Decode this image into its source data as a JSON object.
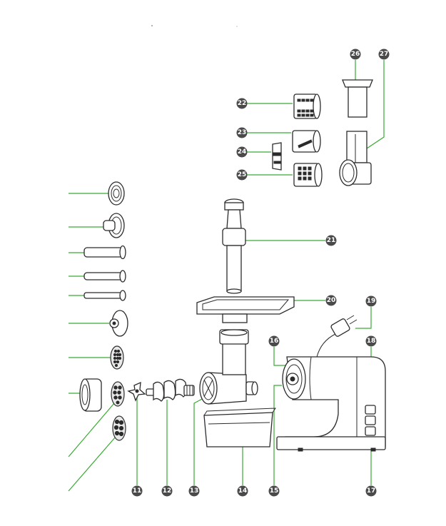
{
  "colors": {
    "leader_line": "#3aaa35",
    "badge_fill": "#4a4a4a",
    "badge_text": "#ffffff",
    "outline": "#2b2b2b"
  },
  "callouts": [
    {
      "id": "11",
      "label": "11"
    },
    {
      "id": "12",
      "label": "12"
    },
    {
      "id": "13",
      "label": "13"
    },
    {
      "id": "14",
      "label": "14"
    },
    {
      "id": "15",
      "label": "15"
    },
    {
      "id": "16",
      "label": "16"
    },
    {
      "id": "17",
      "label": "17"
    },
    {
      "id": "18",
      "label": "18"
    },
    {
      "id": "19",
      "label": "19"
    },
    {
      "id": "20",
      "label": "20"
    },
    {
      "id": "21",
      "label": "21"
    },
    {
      "id": "22",
      "label": "22"
    },
    {
      "id": "23",
      "label": "23"
    },
    {
      "id": "24",
      "label": "24"
    },
    {
      "id": "25",
      "label": "25"
    },
    {
      "id": "26",
      "label": "26"
    },
    {
      "id": "27",
      "label": "27"
    }
  ]
}
